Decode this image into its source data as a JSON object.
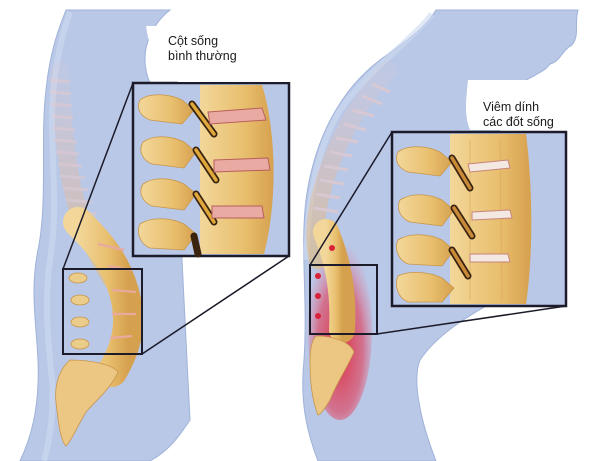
{
  "figure": {
    "panels": [
      {
        "id": "normal",
        "label_line1": "Cột sống",
        "label_line2": "bình thường",
        "body_color": "#b7c7e6",
        "bone_color": "#e9c173",
        "disc_color": "#e8a9a0"
      },
      {
        "id": "ankylosing",
        "label_line1": "Viêm dính",
        "label_line2": "các đốt sống",
        "body_color": "#b7c7e6",
        "bone_color": "#e3b86a",
        "inflammation_color": "#e0283a"
      }
    ],
    "frame_color": "#1b1b2a"
  }
}
